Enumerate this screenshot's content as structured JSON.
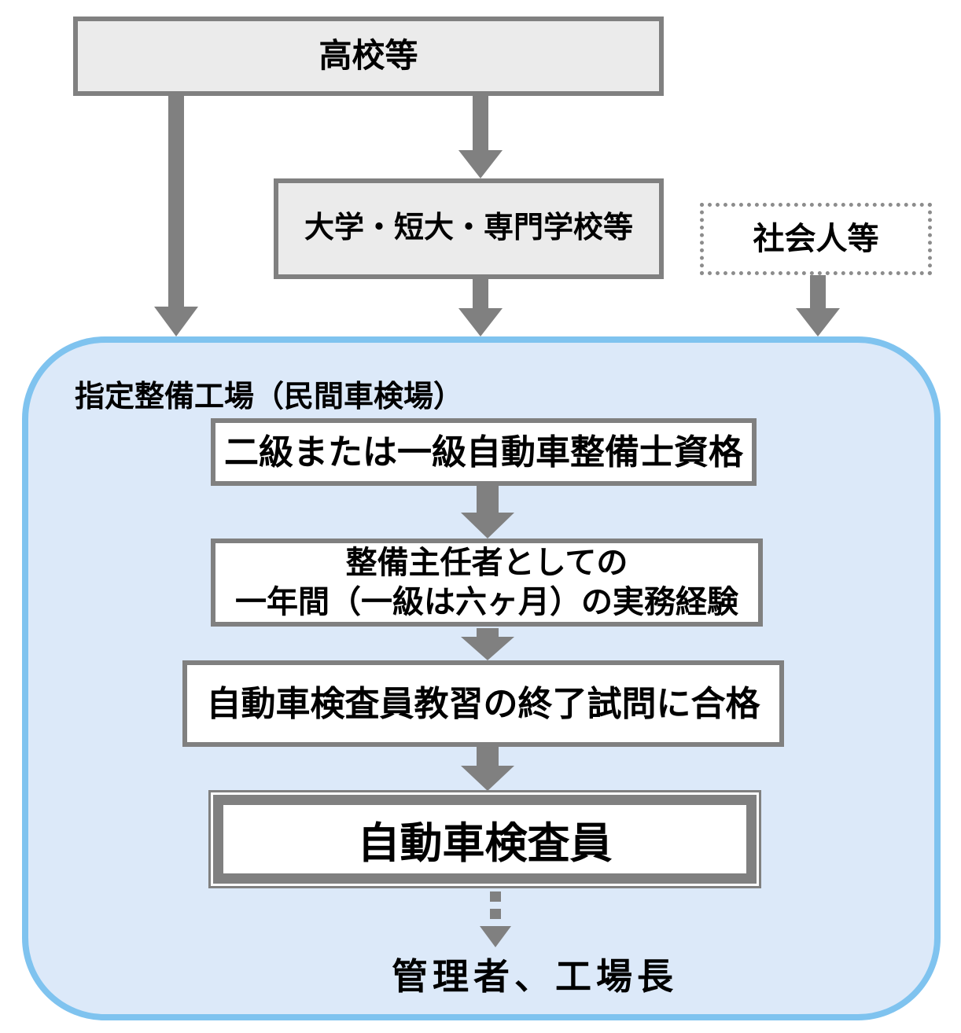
{
  "nodes": {
    "highschool": "高校等",
    "college": "大学・短大・専門学校等",
    "adult": "社会人等",
    "factory": "指定整備工場（民間車検場）",
    "qualification": "二級または一級自動車整備士資格",
    "experience_line1": "整備主任者としての",
    "experience_line2": "一年間（一級は六ヶ月）の実務経験",
    "exam": "自動車検査員教習の終了試問に合格",
    "inspector": "自動車検査員",
    "manager": "管理者、工場長"
  },
  "edges": [
    {
      "from": "highschool",
      "to": "factory",
      "style": "solid"
    },
    {
      "from": "highschool",
      "to": "college",
      "style": "solid"
    },
    {
      "from": "college",
      "to": "factory",
      "style": "solid"
    },
    {
      "from": "adult",
      "to": "factory",
      "style": "solid"
    },
    {
      "from": "qualification",
      "to": "experience",
      "style": "solid"
    },
    {
      "from": "experience",
      "to": "exam",
      "style": "solid"
    },
    {
      "from": "exam",
      "to": "inspector",
      "style": "solid"
    },
    {
      "from": "inspector",
      "to": "manager",
      "style": "dashed"
    }
  ],
  "colors": {
    "gray_border": "#808080",
    "gray_fill": "#ebebeb",
    "blue_border": "#7fc3ef",
    "blue_fill": "#dce9f9",
    "arrow": "#808080",
    "dot_border": "#8c8c8c",
    "text": "#000000",
    "white": "#ffffff"
  }
}
